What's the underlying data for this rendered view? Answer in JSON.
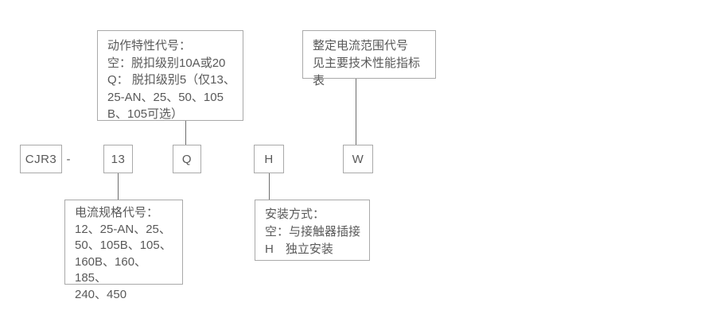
{
  "colors": {
    "background": "#ffffff",
    "box_border": "#a9a9a9",
    "connector_line": "#6e6e6e",
    "text": "#595959"
  },
  "code_row": {
    "prefix": "CJR3",
    "separator": "-",
    "boxes": [
      {
        "label": "13"
      },
      {
        "label": "Q"
      },
      {
        "label": "H"
      },
      {
        "label": "W"
      }
    ]
  },
  "callouts": {
    "action_characteristic": {
      "lines": [
        "动作特性代号：",
        "空：脱扣级别10A或20",
        "Q： 脱扣级别5（仅13、",
        "25-AN、25、50、105",
        "B、105可选）"
      ]
    },
    "setting_current_range": {
      "lines": [
        "整定电流范围代号",
        "见主要技术性能指标表"
      ]
    },
    "current_spec": {
      "lines": [
        "电流规格代号：",
        "12、25-AN、25、",
        "50、105B、105、",
        "160B、160、185、",
        "240、450"
      ]
    },
    "mounting_type": {
      "lines": [
        "安装方式：",
        "空：与接触器插接",
        "H　独立安装"
      ]
    }
  }
}
